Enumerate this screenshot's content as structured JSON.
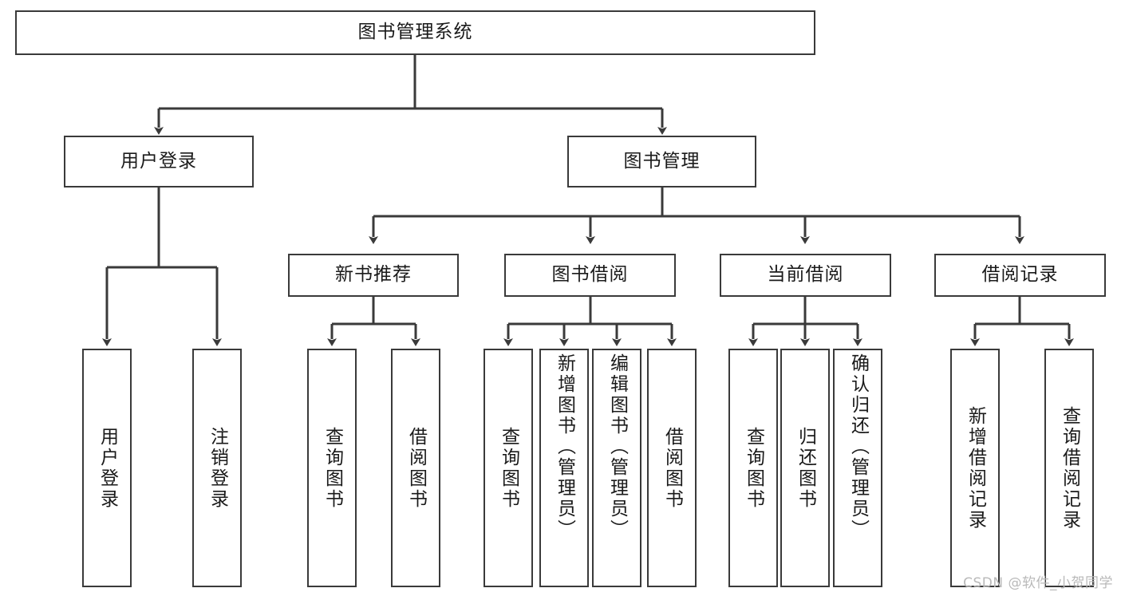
{
  "diagram": {
    "title": "图书管理系统",
    "type": "tree-hierarchy",
    "watermark": "CSDN @软件_小贺同学",
    "colors": {
      "box_border": "#3a3a3a",
      "box_fill": "#ffffff",
      "connector": "#3a3a3a",
      "text": "#1a1a1a",
      "watermark_text": "#b9b9b9",
      "background": "#ffffff"
    },
    "root": {
      "label": "图书管理系统"
    },
    "level2": [
      {
        "label": "用户登录"
      },
      {
        "label": "图书管理"
      }
    ],
    "level3": [
      {
        "label": "新书推荐"
      },
      {
        "label": "图书借阅"
      },
      {
        "label": "当前借阅"
      },
      {
        "label": "借阅记录"
      }
    ],
    "leaves": {
      "user_login": [
        {
          "label": "用户登录"
        },
        {
          "label": "注销登录"
        }
      ],
      "new_book_recommend": [
        {
          "label": "查询图书"
        },
        {
          "label": "借阅图书"
        }
      ],
      "book_borrow": [
        {
          "label": "查询图书"
        },
        {
          "label": "新增图书（管理员）"
        },
        {
          "label": "编辑图书（管理员）"
        },
        {
          "label": "借阅图书"
        }
      ],
      "current_borrow": [
        {
          "label": "查询图书"
        },
        {
          "label": "归还图书"
        },
        {
          "label": "确认归还（管理员）"
        }
      ],
      "borrow_record": [
        {
          "label": "新增借阅记录"
        },
        {
          "label": "查询借阅记录"
        }
      ]
    }
  }
}
